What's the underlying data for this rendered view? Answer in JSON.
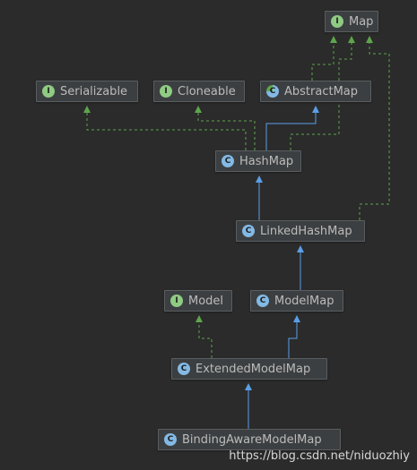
{
  "diagram": {
    "nodes": [
      {
        "id": "map",
        "label": "Map",
        "kind": "interface",
        "badge": "I"
      },
      {
        "id": "serializable",
        "label": "Serializable",
        "kind": "interface",
        "badge": "I"
      },
      {
        "id": "cloneable",
        "label": "Cloneable",
        "kind": "interface",
        "badge": "I"
      },
      {
        "id": "abstractmap",
        "label": "AbstractMap",
        "kind": "abstract-class",
        "badge": "C"
      },
      {
        "id": "hashmap",
        "label": "HashMap",
        "kind": "class",
        "badge": "C"
      },
      {
        "id": "linkedhashmap",
        "label": "LinkedHashMap",
        "kind": "class",
        "badge": "C"
      },
      {
        "id": "model",
        "label": "Model",
        "kind": "interface",
        "badge": "I"
      },
      {
        "id": "modelmap",
        "label": "ModelMap",
        "kind": "class",
        "badge": "C"
      },
      {
        "id": "extendedmodelmap",
        "label": "ExtendedModelMap",
        "kind": "class",
        "badge": "C"
      },
      {
        "id": "bindingawaremodelmap",
        "label": "BindingAwareModelMap",
        "kind": "class",
        "badge": "C"
      }
    ],
    "edges": [
      {
        "from": "abstractmap",
        "to": "map",
        "type": "implements"
      },
      {
        "from": "hashmap",
        "to": "map",
        "type": "implements"
      },
      {
        "from": "linkedhashmap",
        "to": "map",
        "type": "implements"
      },
      {
        "from": "hashmap",
        "to": "serializable",
        "type": "implements"
      },
      {
        "from": "hashmap",
        "to": "cloneable",
        "type": "implements"
      },
      {
        "from": "hashmap",
        "to": "abstractmap",
        "type": "extends"
      },
      {
        "from": "linkedhashmap",
        "to": "hashmap",
        "type": "extends"
      },
      {
        "from": "modelmap",
        "to": "linkedhashmap",
        "type": "extends"
      },
      {
        "from": "extendedmodelmap",
        "to": "model",
        "type": "implements"
      },
      {
        "from": "extendedmodelmap",
        "to": "modelmap",
        "type": "extends"
      },
      {
        "from": "bindingawaremodelmap",
        "to": "extendedmodelmap",
        "type": "extends"
      }
    ]
  },
  "colors": {
    "background": "#2b2b2b",
    "node_fill": "#3c3f41",
    "node_border": "#5a5e60",
    "node_text": "#bbbbbb",
    "interface_badge": "#8fcb83",
    "class_badge": "#83b9e4",
    "implements_line": "#5ea54c",
    "extends_line": "#5a9fe8"
  },
  "watermark": "https://blog.csdn.net/niduozhiy"
}
